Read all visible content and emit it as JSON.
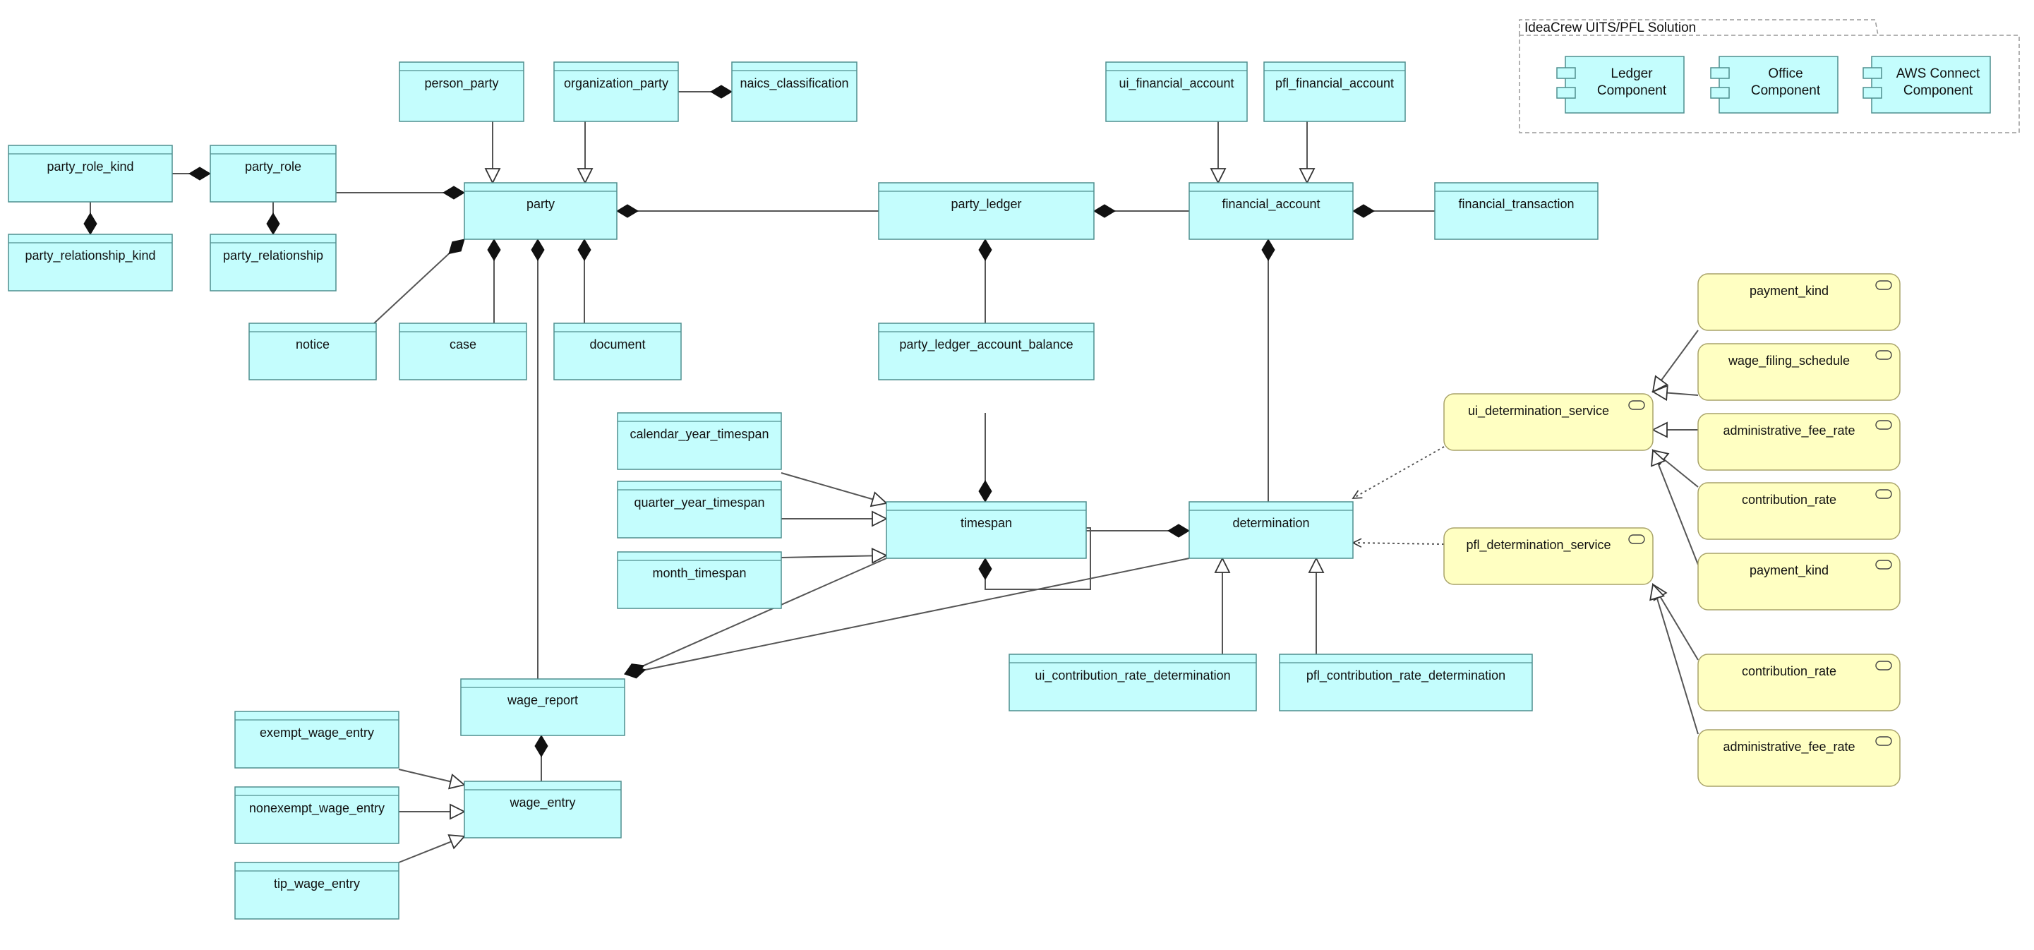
{
  "frame": {
    "title": "IdeaCrew UITS/PFL Solution",
    "components": [
      {
        "id": "comp_ledger",
        "line1": "Ledger",
        "line2": "Component"
      },
      {
        "id": "comp_office",
        "line1": "Office",
        "line2": "Component"
      },
      {
        "id": "comp_aws",
        "line1": "AWS Connect",
        "line2": "Component"
      }
    ]
  },
  "classes": [
    {
      "id": "person_party",
      "label": "person_party"
    },
    {
      "id": "organization_party",
      "label": "organization_party"
    },
    {
      "id": "naics_classification",
      "label": "naics_classification"
    },
    {
      "id": "ui_financial_account",
      "label": "ui_financial_account"
    },
    {
      "id": "pfl_financial_account",
      "label": "pfl_financial_account"
    },
    {
      "id": "party_role_kind",
      "label": "party_role_kind"
    },
    {
      "id": "party_role",
      "label": "party_role"
    },
    {
      "id": "party",
      "label": "party"
    },
    {
      "id": "party_ledger",
      "label": "party_ledger"
    },
    {
      "id": "financial_account",
      "label": "financial_account"
    },
    {
      "id": "financial_transaction",
      "label": "financial_transaction"
    },
    {
      "id": "party_relationship_kind",
      "label": "party_relationship_kind"
    },
    {
      "id": "party_relationship",
      "label": "party_relationship"
    },
    {
      "id": "notice",
      "label": "notice"
    },
    {
      "id": "case",
      "label": "case"
    },
    {
      "id": "document",
      "label": "document"
    },
    {
      "id": "party_ledger_account_balance",
      "label": "party_ledger_account_balance"
    },
    {
      "id": "calendar_year_timespan",
      "label": "calendar_year_timespan"
    },
    {
      "id": "quarter_year_timespan",
      "label": "quarter_year_timespan"
    },
    {
      "id": "month_timespan",
      "label": "month_timespan"
    },
    {
      "id": "timespan",
      "label": "timespan"
    },
    {
      "id": "determination",
      "label": "determination"
    },
    {
      "id": "ui_contribution_rate_determination",
      "label": "ui_contribution_rate_determination"
    },
    {
      "id": "pfl_contribution_rate_determination",
      "label": "pfl_contribution_rate_determination"
    },
    {
      "id": "wage_report",
      "label": "wage_report"
    },
    {
      "id": "exempt_wage_entry",
      "label": "exempt_wage_entry"
    },
    {
      "id": "wage_entry",
      "label": "wage_entry"
    },
    {
      "id": "nonexempt_wage_entry",
      "label": "nonexempt_wage_entry"
    },
    {
      "id": "tip_wage_entry",
      "label": "tip_wage_entry"
    }
  ],
  "services": [
    {
      "id": "svc_payment_kind_1",
      "label": "payment_kind"
    },
    {
      "id": "svc_wage_filing_schedule",
      "label": "wage_filing_schedule"
    },
    {
      "id": "svc_ui_determination_service",
      "label": "ui_determination_service"
    },
    {
      "id": "svc_administrative_fee_rate_1",
      "label": "administrative_fee_rate"
    },
    {
      "id": "svc_contribution_rate_1",
      "label": "contribution_rate"
    },
    {
      "id": "svc_payment_kind_2",
      "label": "payment_kind"
    },
    {
      "id": "svc_pfl_determination_service",
      "label": "pfl_determination_service"
    },
    {
      "id": "svc_contribution_rate_2",
      "label": "contribution_rate"
    },
    {
      "id": "svc_administrative_fee_rate_2",
      "label": "administrative_fee_rate"
    }
  ],
  "colors": {
    "class_fill": "#c4fdfd",
    "class_stroke": "#4f8f8f",
    "service_fill": "#ffffc2",
    "service_stroke": "#a9a36a",
    "component_fill": "#c4fdfd",
    "line": "#555555",
    "frame_stroke": "#999999"
  }
}
